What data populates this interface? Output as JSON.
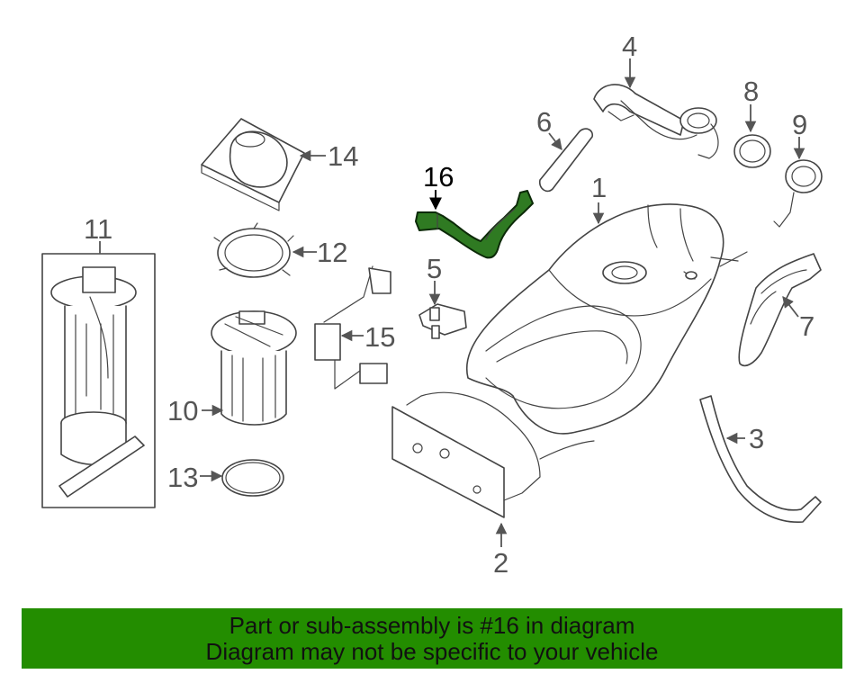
{
  "diagram": {
    "highlighted_part": "16",
    "callouts": {
      "c1": "1",
      "c2": "2",
      "c3": "3",
      "c4": "4",
      "c5": "5",
      "c6": "6",
      "c7": "7",
      "c8": "8",
      "c9": "9",
      "c10": "10",
      "c11": "11",
      "c12": "12",
      "c13": "13",
      "c14": "14",
      "c15": "15",
      "c16": "16"
    }
  },
  "banner": {
    "line1": "Part or sub-assembly is #16 in diagram",
    "line2": "Diagram may not be specific to your vehicle",
    "background": "#238d00"
  },
  "colors": {
    "highlight": "#2f7a22",
    "line_art": "#444444"
  }
}
